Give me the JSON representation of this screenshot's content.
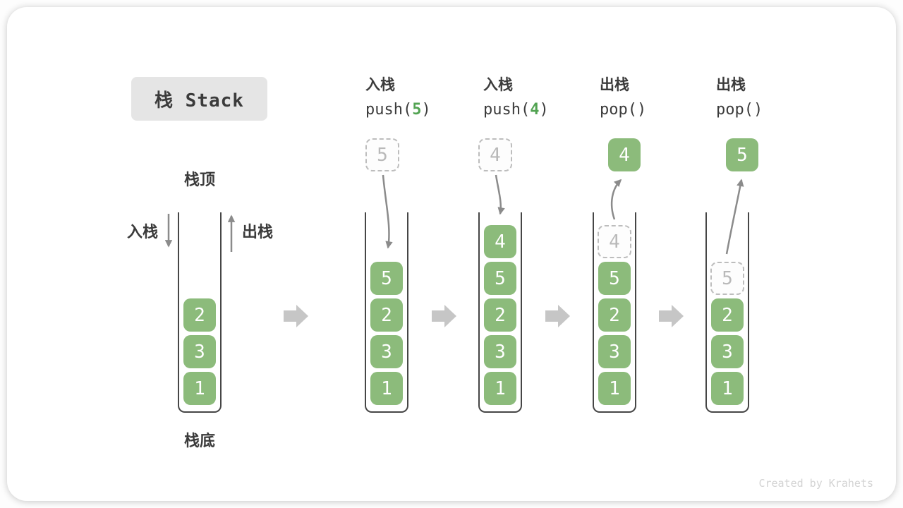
{
  "title": "栈 Stack",
  "watermark": "Created by Krahets",
  "legend": {
    "stack_top": "栈顶",
    "stack_bottom": "栈底",
    "push_label": "入栈",
    "pop_label": "出栈"
  },
  "operations": [
    {
      "cn": "入栈",
      "code_pre": "push(",
      "code_arg": "5",
      "code_post": ")"
    },
    {
      "cn": "入栈",
      "code_pre": "push(",
      "code_arg": "4",
      "code_post": ")"
    },
    {
      "cn": "出栈",
      "code_pre": "pop(",
      "code_arg": "",
      "code_post": ")"
    },
    {
      "cn": "出栈",
      "code_pre": "pop(",
      "code_arg": "",
      "code_post": ")"
    }
  ],
  "stacks": [
    {
      "items": [
        "2",
        "3",
        "1"
      ]
    },
    {
      "float_value": "5",
      "items": [
        "5",
        "2",
        "3",
        "1"
      ]
    },
    {
      "float_value": "4",
      "items": [
        "4",
        "5",
        "2",
        "3",
        "1"
      ]
    },
    {
      "float_value": "4",
      "ghost_value": "4",
      "items": [
        "5",
        "2",
        "3",
        "1"
      ]
    },
    {
      "float_value": "5",
      "ghost_value": "5",
      "items": [
        "2",
        "3",
        "1"
      ]
    }
  ],
  "colors": {
    "box_green": "#8CBB7B",
    "code_green": "#52A352",
    "text_dark": "#3B3B3B",
    "ghost_gray": "#B9B9B9",
    "arrow_gray": "#8B8B8B",
    "block_arrow_gray": "#C6C6C6",
    "title_bg": "#E5E5E5",
    "watermark_gray": "#D3D3D3"
  }
}
